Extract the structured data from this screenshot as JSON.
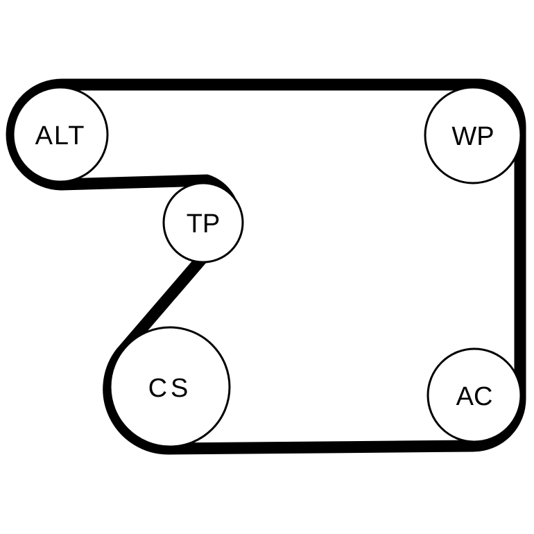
{
  "diagram": {
    "belt_color": "#000000",
    "background_color": "#ffffff",
    "pulleys": [
      {
        "id": "alt",
        "label": "ALT"
      },
      {
        "id": "wp",
        "label": "WP"
      },
      {
        "id": "tp",
        "label": "TP"
      },
      {
        "id": "cs",
        "label": "CS"
      },
      {
        "id": "ac",
        "label": "AC"
      }
    ]
  }
}
